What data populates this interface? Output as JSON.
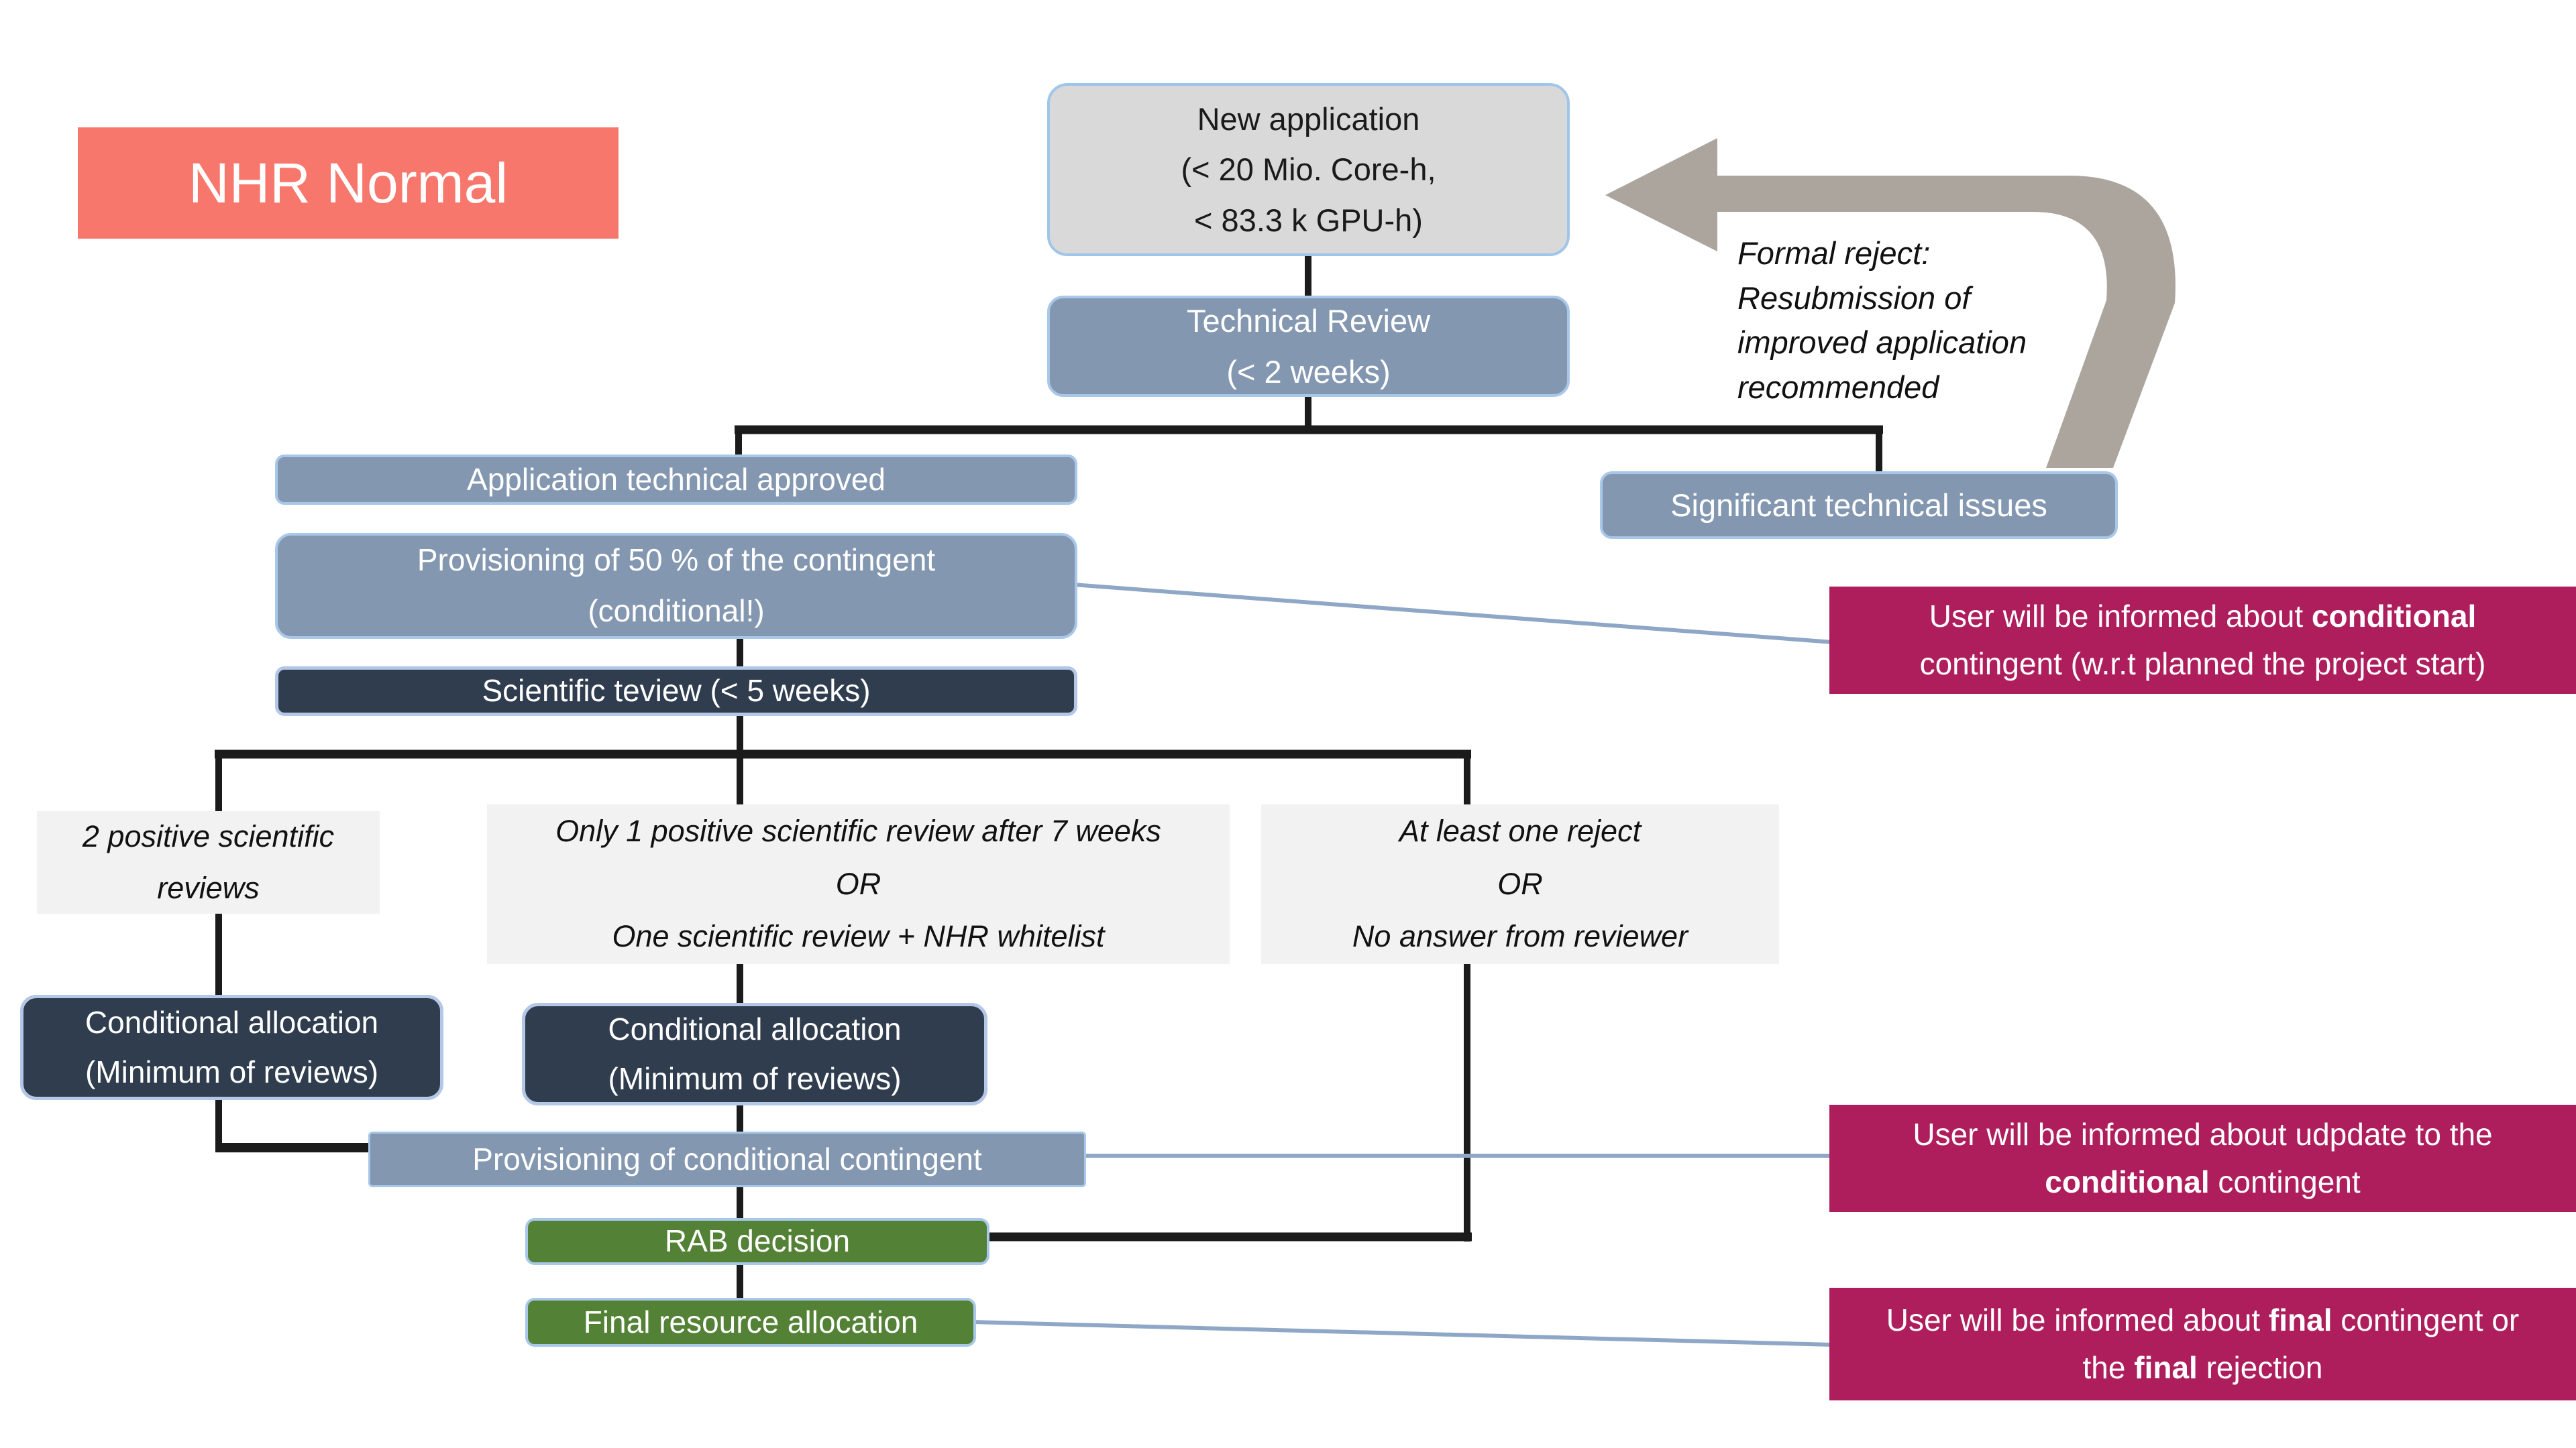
{
  "title": {
    "label": "NHR Normal"
  },
  "colors": {
    "accent_salmon": "#F8776C",
    "box_blue_gray": "#8497B0",
    "box_dark_navy": "#2F3D4F",
    "box_green": "#538135",
    "box_light_gray": "#D9D9D9",
    "box_condition_gray": "#F2F2F2",
    "notice_magenta": "#AE1E5C",
    "border_light_blue": "#A9C7E8",
    "arrow_gray": "#ABA59E",
    "connector_black": "#1B1B1B",
    "connector_blue": "#8FA7C6"
  },
  "flow": {
    "new_application": {
      "lines": [
        "New application",
        "(< 20 Mio. Core-h,",
        "< 83.3 k GPU-h)"
      ]
    },
    "technical_review": {
      "lines": [
        "Technical Review",
        "(< 2 weeks)"
      ]
    },
    "application_technical_approved": {
      "label": "Application technical approved"
    },
    "significant_technical_issues": {
      "label": "Significant technical issues"
    },
    "formal_reject_note": {
      "lines": [
        "Formal reject:",
        "Resubmission of",
        "improved application",
        "recommended"
      ]
    },
    "provisioning_50": {
      "lines": [
        "Provisioning of 50 % of the contingent",
        "(conditional!)"
      ]
    },
    "scientific_review": {
      "label": "Scientific teview (< 5 weeks)"
    },
    "branch_two_positive": {
      "lines": [
        "2 positive scientific",
        "reviews"
      ]
    },
    "branch_one_positive": {
      "lines": [
        "Only 1 positive scientific review after 7 weeks",
        "OR",
        "One scientific review + NHR whitelist"
      ]
    },
    "branch_reject": {
      "lines": [
        "At least one reject",
        "OR",
        "No answer from reviewer"
      ]
    },
    "conditional_allocation_left": {
      "lines": [
        "Conditional allocation",
        "(Minimum of reviews)"
      ]
    },
    "conditional_allocation_mid": {
      "lines": [
        "Conditional allocation",
        "(Minimum of reviews)"
      ]
    },
    "provisioning_conditional": {
      "label": "Provisioning of conditional contingent"
    },
    "rab_decision": {
      "label": "RAB decision"
    },
    "final_resource_allocation": {
      "label": "Final resource allocation"
    }
  },
  "notices": {
    "conditional_contingent": {
      "lines": [
        [
          {
            "t": "User will be informed about ",
            "b": false
          },
          {
            "t": "conditional",
            "b": true
          }
        ],
        [
          {
            "t": "contingent (w.r.t planned the project start)",
            "b": false
          }
        ]
      ]
    },
    "update_conditional": {
      "lines": [
        [
          {
            "t": "User will be informed about udpdate to the",
            "b": false
          }
        ],
        [
          {
            "t": "conditional",
            "b": true
          },
          {
            "t": " contingent",
            "b": false
          }
        ]
      ]
    },
    "final_contingent": {
      "lines": [
        [
          {
            "t": "User will be informed about ",
            "b": false
          },
          {
            "t": "final",
            "b": true
          },
          {
            "t": " contingent or",
            "b": false
          }
        ],
        [
          {
            "t": "the ",
            "b": false
          },
          {
            "t": "final",
            "b": true
          },
          {
            "t": " rejection",
            "b": false
          }
        ]
      ]
    }
  }
}
